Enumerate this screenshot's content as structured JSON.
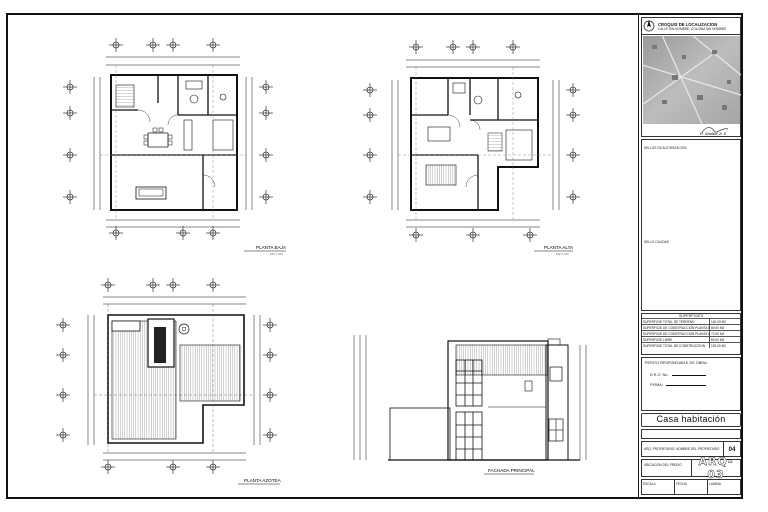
{
  "plans": {
    "ground_floor": {
      "label": "PLANTA BAJA",
      "scale": "ESC 1:100"
    },
    "upper_floor": {
      "label": "PLANTA ALTA",
      "scale": "ESC 1:100"
    },
    "roof": {
      "label": "PLANTA AZOTEA"
    },
    "facade": {
      "label": "FACHADA PRINCIPAL"
    }
  },
  "title_block": {
    "header": "CROQUIS DE LOCALIZACION",
    "header_note": "CALLE SIN NOMBRE, COLONIA SIN NOMBRE",
    "map_caption": "R. Madrid Jr. 8",
    "stamps_label": "SELLOS DE AUTORIZACION",
    "stamp_label_2": "SELLO CALIDAD",
    "areas_title": "SUPERFICIES",
    "areas": [
      {
        "label": "SUPERFICIE TOTAL DE TERRENO",
        "value": "140.00 M2"
      },
      {
        "label": "SUPERFICIE DE CONSTRUCCION PLANTA BAJA",
        "value": "80.00 M2"
      },
      {
        "label": "SUPERFICIE DE CONSTRUCCION PLANTA ALTA",
        "value": "72.00 M2"
      },
      {
        "label": "SUPERFICIE LIBRE",
        "value": "60.00 M2"
      },
      {
        "label": "SUPERFICIE TOTAL DE CONSTRUCCION",
        "value": "152.00 M2"
      }
    ],
    "responsible_label": "PERITO RESPONSABLE DE OBRA:",
    "license_label": "D.R.O. No.",
    "signature_label": "FIRMA:",
    "project_name": "Casa habitación",
    "owner_label": "ARQ. PROPIETARIO: NOMBRE DEL PROPIETARIO",
    "location_label": "UBICACION DEL PREDIO",
    "sheet_no": "04",
    "drawing_code": "ARQ-03",
    "scale_label": "ESCALA",
    "date_label": "FECHA",
    "sheet_label": "LAMINA"
  }
}
